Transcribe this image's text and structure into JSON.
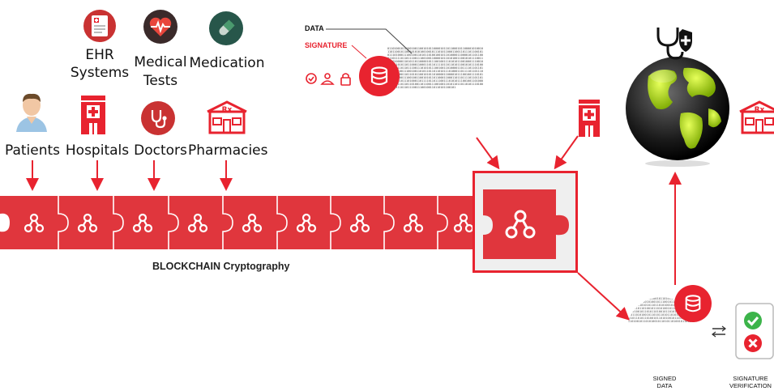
{
  "stakeholders": {
    "patients": "Patients",
    "hospitals": "Hospitals",
    "doctors": "Doctors",
    "pharmacies": "Pharmacies",
    "ehr_line1": "EHR",
    "ehr_line2": "Systems",
    "tests_line1": "Medical",
    "tests_line2": "Tests",
    "medication": "Medication"
  },
  "signature_panel": {
    "data_label": "DATA",
    "signature_label": "SIGNATURE",
    "binary": "0110100101110010011001010110000101101100010110000101001011011001011001010101001001011101011000110011011101100101011101000111001001101011010010010110100001100001011011000110111101101110011100100110000101101010011001010111001101101000011010110110000101110010011101010110010001110010011001010110110001100011011011110110110101100101011101000110111101101110011101010111001001101000011011110110110100110110011100100110101101101101011101000110111101101110011100100110110101100101011010000110000101110010011101010110010001110010011001010110110001100011011011110110110101100101011101000110111101101110011101010111001001101000011011110110110100110110011100100110101101101101011101000110111101101110011100100110110101100101"
  },
  "blockchain": {
    "caption": "BLOCKCHAIN Cryptography",
    "puzzle_count": 9
  },
  "verification": {
    "signed_line1": "SIGNED",
    "signed_line2": "DATA",
    "verify_line1": "SIGNATURE",
    "verify_line2": "VERIFICATION",
    "signed_binary": "10110011010110100101101011100101001011010110010110101001011100101101010010110101001011010101101101010010110100101011010100101101001011010100101101011010010110101001011010110100101101010010110101001011010100101101011010110101001011010100101101011010010110101001011010101101011010010110101001011010110100101101010"
  },
  "colors": {
    "brand_red": "#e8232f",
    "puzzle_red": "#e0363d",
    "icon_dark_red": "#c93232"
  }
}
